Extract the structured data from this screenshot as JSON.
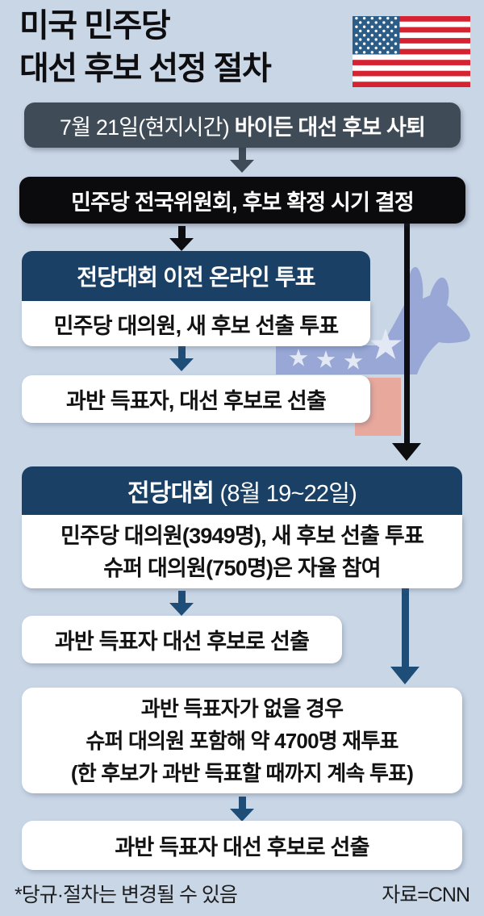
{
  "colors": {
    "background": "#c9d6e6",
    "slate": "#3f4c58",
    "black": "#0b0b0d",
    "navy_header": "#1a4165",
    "navy_arrow": "#1e4d78",
    "card_white": "#ffffff",
    "donkey_blue": "#98a7d6",
    "donkey_star": "#e2e9f4",
    "donkey_salmon": "#e8a89c",
    "flag_red": "#d62331",
    "flag_blue": "#2c5d87"
  },
  "header": {
    "title_line1": "미국 민주당",
    "title_line2": "대선 후보 선정 절차",
    "flag_icon": "us-flag"
  },
  "flow": {
    "step_resignation": {
      "date": "7월 21일(현지시간) ",
      "event": "바이든 대선 후보 사퇴"
    },
    "step_dnc": {
      "text": "민주당 전국위원회, 후보 확정 시기 결정"
    },
    "online_vote": {
      "title": "전당대회 이전 온라인 투표",
      "body": "민주당 대의원, 새 후보 선출 투표"
    },
    "online_result": {
      "text": "과반 득표자, 대선 후보로 선출"
    },
    "convention": {
      "title": "전당대회",
      "title_date": " (8월 19~22일)",
      "body_line1": "민주당 대의원(3949명), 새 후보 선출 투표",
      "body_line2": "슈퍼 대의원(750명)은 자율 참여"
    },
    "convention_result": {
      "text": "과반 득표자 대선 후보로 선출"
    },
    "revote": {
      "line1": "과반 득표자가 없을 경우",
      "line2": "슈퍼 대의원 포함해 약 4700명 재투표",
      "line3": "(한 후보가 과반 득표할 때까지 계속 투표)"
    },
    "final_result": {
      "text": "과반 득표자 대선 후보로 선출"
    }
  },
  "footer": {
    "note": "*당규·절차는 변경될 수 있음",
    "source": "자료=CNN"
  }
}
